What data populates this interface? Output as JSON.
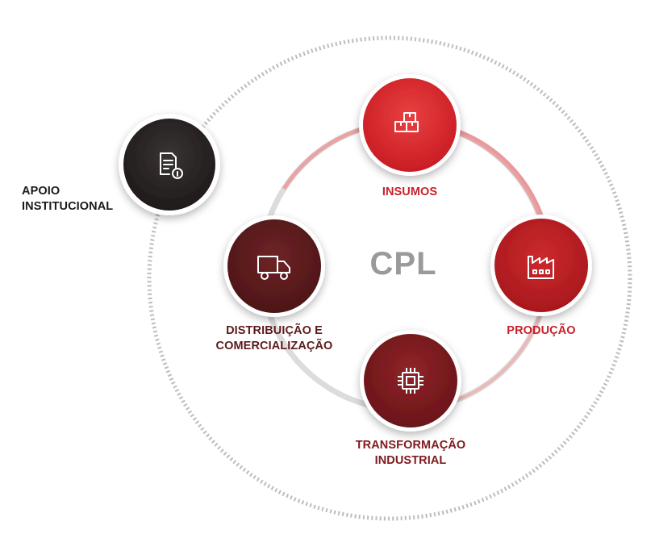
{
  "center": {
    "label": "CPL"
  },
  "nodes": [
    {
      "id": "apoio",
      "lines": [
        "APOIO",
        "INSTITUCIONAL"
      ],
      "icon": "document-info-icon",
      "color": "#2a2626"
    },
    {
      "id": "insumos",
      "lines": [
        "INSUMOS"
      ],
      "icon": "boxes-icon",
      "color": "#d92b2b"
    },
    {
      "id": "producao",
      "lines": [
        "PRODUÇÃO"
      ],
      "icon": "factory-icon",
      "color": "#b81f22"
    },
    {
      "id": "transformacao",
      "lines": [
        "TRANSFORMAÇÃO",
        "INDUSTRIAL"
      ],
      "icon": "chip-icon",
      "color": "#7e1a1e"
    },
    {
      "id": "distribuicao",
      "lines": [
        "DISTRIBUIÇÃO E",
        "COMERCIALIZAÇÃO"
      ],
      "icon": "truck-icon",
      "color": "#5c1a1c"
    }
  ],
  "colors": {
    "label_red": "#c8202a",
    "label_dark_red": "#7e1a1e",
    "label_black": "#1a1a1a",
    "center_gray": "#9a9a9a"
  }
}
